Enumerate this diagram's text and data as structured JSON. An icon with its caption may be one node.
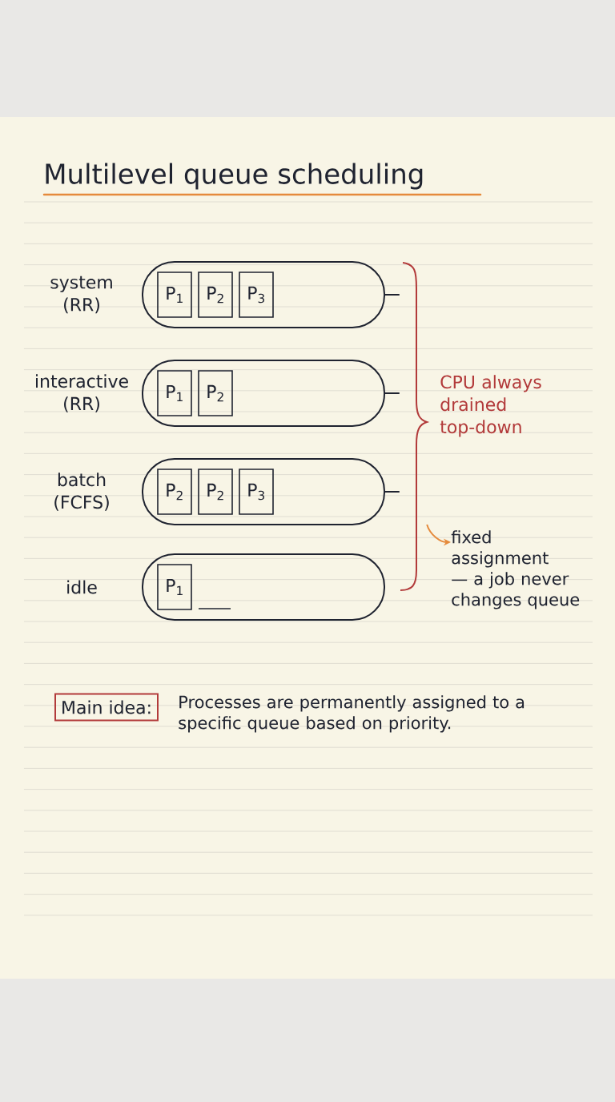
{
  "diagram": {
    "title": "Multilevel queue scheduling",
    "nodes": [
      {
        "text": [
          "system (RR)"
        ]
      },
      {
        "text": [
          "P$_{1}$"
        ],
        "in": 0
      },
      {
        "text": [
          "P$_{2}$"
        ],
        "in": 0
      },
      {
        "text": [
          "P$_{3}$"
        ],
        "in": 0
      },
      {
        "text": [
          "interactive (RR)"
        ]
      },
      {
        "text": [
          "P$_{1}$"
        ],
        "in": 4
      },
      {
        "text": [
          "P$_{2}$"
        ],
        "in": 4
      },
      {
        "text": [
          "batch (FCFS)"
        ]
      },
      {
        "text": [
          "P$_{2}$"
        ],
        "in": 7
      },
      {
        "text": [
          "P$_{2}$"
        ],
        "in": 7
      },
      {
        "text": [
          "P$_{3}$"
        ],
        "in": 7
      },
      {
        "text": [
          "idle"
        ]
      },
      {
        "text": [
          "P$_{1}$"
        ],
        "in": 11
      },
      {
        "text": [
          "fixed assignment — a job never changes queue"
        ]
      },
      {
        "text": [
          "Main idea:"
        ]
      },
      {
        "text": [],
        "shape": "brace",
        "beside": [
          "CPU always drained top-down"
        ]
      }
    ],
    "edges": [
      {
        "from": 15,
        "to": 13,
        "arrow": "to",
        "color": "#e58a3c"
      },
      {
        "from": 0,
        "to": 15,
        "arrow": "none"
      },
      {
        "from": 4,
        "to": 15,
        "arrow": "none"
      },
      {
        "from": 7,
        "to": 15,
        "arrow": "none"
      }
    ],
    "labels": [
      "Processes are permanently assigned to a specific queue based on priority."
    ]
  }
}
